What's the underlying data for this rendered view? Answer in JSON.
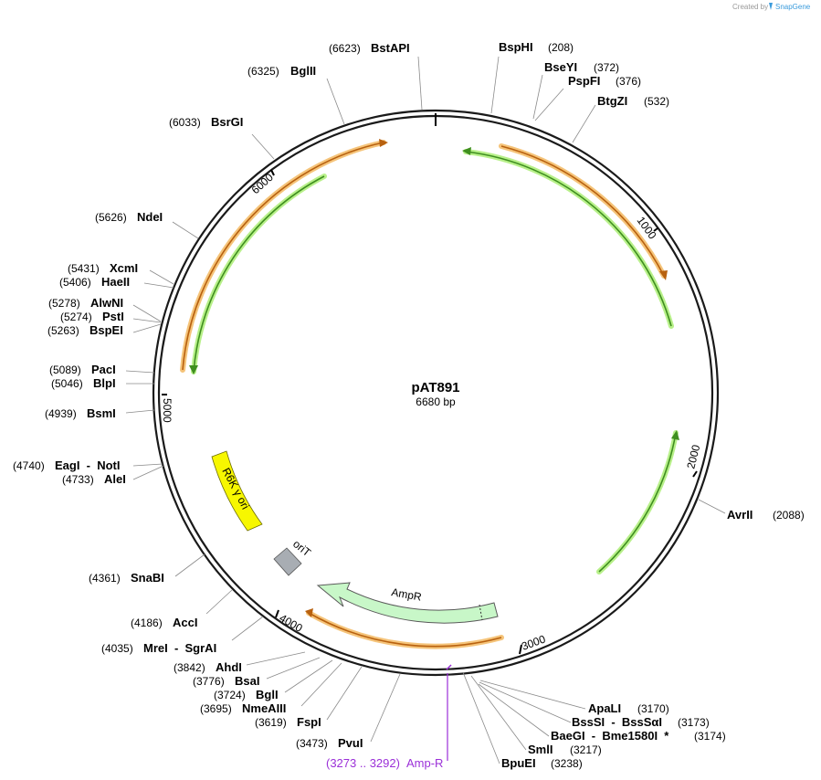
{
  "credit": "Created by",
  "brand": "SnapGene",
  "plasmid": {
    "name": "pAT891",
    "length_label": "6680 bp"
  },
  "ticks": [
    "1000",
    "2000",
    "3000",
    "4000",
    "5000",
    "6000"
  ],
  "features": {
    "amp": "AmpR",
    "ori": "R6K γ ori",
    "oriT": "oriT"
  },
  "sites": [
    {
      "pos": "(6623)",
      "name": "BstAPI"
    },
    {
      "pos": "(6325)",
      "name": "BglII"
    },
    {
      "pos": "(6033)",
      "name": "BsrGI"
    },
    {
      "pos": "(5626)",
      "name": "NdeI"
    },
    {
      "pos": "(5431)",
      "name": "XcmI"
    },
    {
      "pos": "(5406)",
      "name": "HaeII"
    },
    {
      "pos": "(5278)",
      "name": "AlwNI"
    },
    {
      "pos": "(5274)",
      "name": "PstI"
    },
    {
      "pos": "(5263)",
      "name": "BspEI"
    },
    {
      "pos": "(5089)",
      "name": "PacI"
    },
    {
      "pos": "(5046)",
      "name": "BlpI"
    },
    {
      "pos": "(4939)",
      "name": "BsmI"
    },
    {
      "pos": "(4740)",
      "name": "EagI  -  NotI"
    },
    {
      "pos": "(4733)",
      "name": "AleI"
    },
    {
      "pos": "(4361)",
      "name": "SnaBI"
    },
    {
      "pos": "(4186)",
      "name": "AccI"
    },
    {
      "pos": "(4035)",
      "name": "MreI  -  SgrAI"
    },
    {
      "pos": "(3842)",
      "name": "AhdI"
    },
    {
      "pos": "(3776)",
      "name": "BsaI"
    },
    {
      "pos": "(3724)",
      "name": "BglI"
    },
    {
      "pos": "(3695)",
      "name": "NmeAIII"
    },
    {
      "pos": "(3619)",
      "name": "FspI"
    },
    {
      "pos": "(3473)",
      "name": "PvuI"
    },
    {
      "pos": "(208)",
      "name": "BspHI"
    },
    {
      "pos": "(372)",
      "name": "BseYI"
    },
    {
      "pos": "(376)",
      "name": "PspFI"
    },
    {
      "pos": "(532)",
      "name": "BtgZI"
    },
    {
      "pos": "(2088)",
      "name": "AvrII"
    },
    {
      "pos": "(3170)",
      "name": "ApaLI"
    },
    {
      "pos": "(3173)",
      "name": "BssSI  -  BssSαI"
    },
    {
      "pos": "(3174)",
      "name": "BaeGI  -  Bme1580I  *"
    },
    {
      "pos": "(3217)",
      "name": "SmlI"
    },
    {
      "pos": "(3238)",
      "name": "BpuEI"
    }
  ],
  "primer": {
    "range": "(3273 .. 3292)",
    "name": "Amp-R"
  },
  "colors": {
    "backbone": "#1a1a1a",
    "orange_band": "#f5c47a",
    "orange_arrow": "#b8610f",
    "green_band": "#b8f08a",
    "green_arrow": "#3f8f1f",
    "ampr_fill": "#c8f7c8",
    "ori_fill": "#f7f700",
    "orit_fill": "#a8adb3",
    "primer": "#9b30d8"
  }
}
